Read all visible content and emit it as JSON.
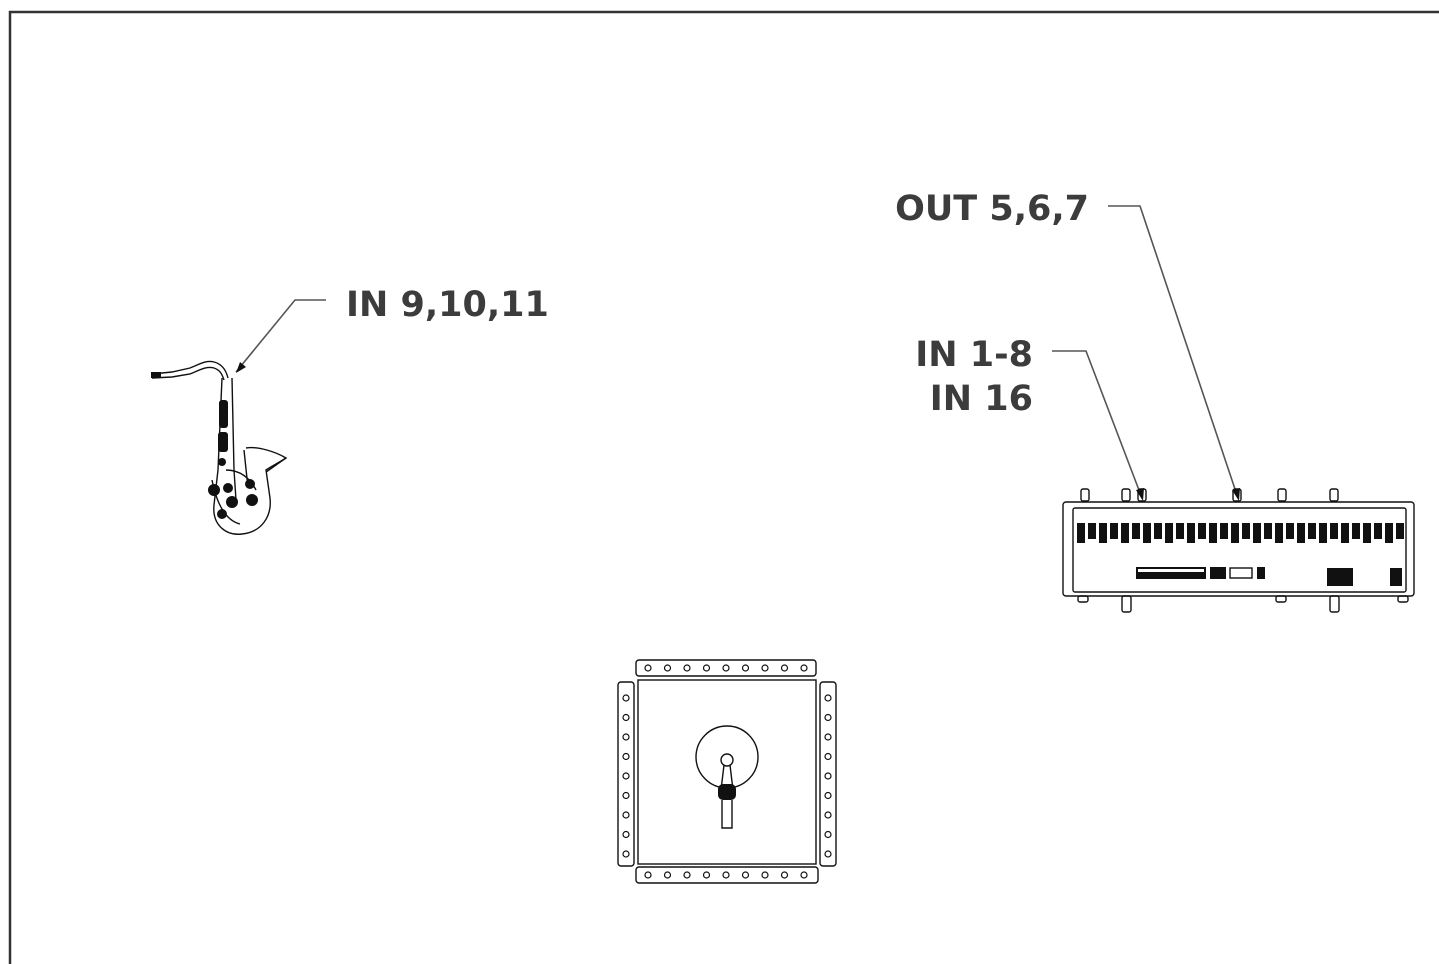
{
  "labels": {
    "sax": "IN 9,10,11",
    "out": "OUT 5,6,7",
    "in_main": "IN 1-8",
    "in_alt": "IN 16"
  },
  "colors": {
    "label": "#3c3c3c",
    "leader": "#555555",
    "frame": "#333333",
    "line": "#111111"
  },
  "icons": {
    "saxophone": "saxophone-icon",
    "console": "mixing-console-icon",
    "stage_box": "speaker-array-icon",
    "microphone": "microphone-icon"
  }
}
